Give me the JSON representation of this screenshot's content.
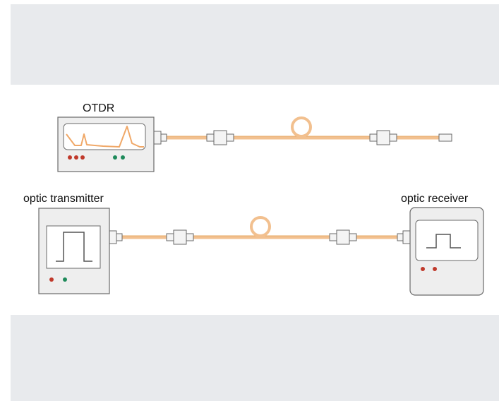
{
  "labels": {
    "otdr": "OTDR",
    "transmitter": "optic transmitter",
    "receiver": "optic receiver"
  },
  "colors": {
    "fiber": "#f2c08f",
    "device_fill": "#eeeeee",
    "device_stroke": "#6a6a6a",
    "screen_fill": "#ffffff",
    "trace": "#f0a868",
    "led_red": "#c0392b",
    "led_green": "#1e8a5a",
    "background_band": "#e8eaed"
  },
  "otdr": {
    "red_leds": 3,
    "green_leds": 2
  },
  "transmitter": {
    "red_leds": 1,
    "green_leds": 1
  },
  "receiver": {
    "red_leds": 2,
    "green_leds": 0
  }
}
